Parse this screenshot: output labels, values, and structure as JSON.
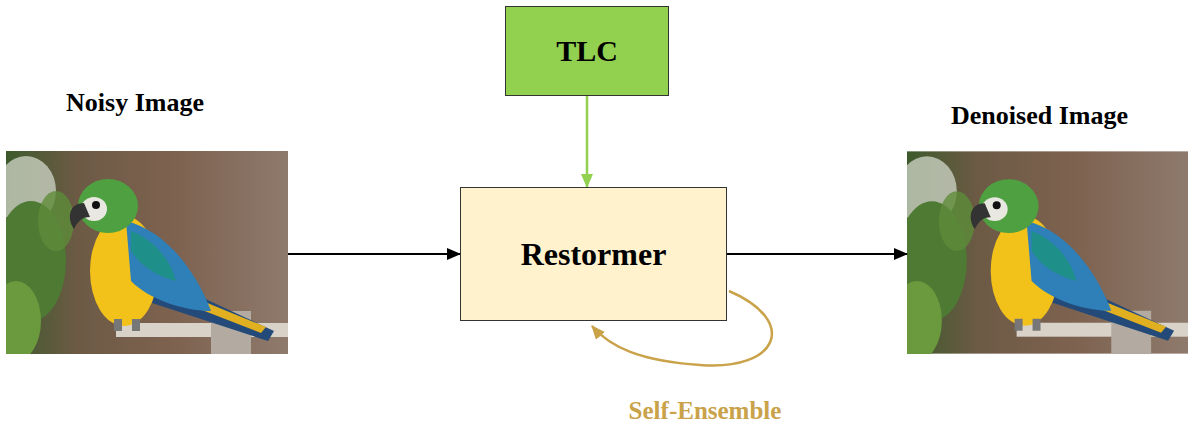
{
  "diagram": {
    "nodes": [
      {
        "text": [
          "Noisy Image"
        ]
      },
      {
        "text": [
          "TLC"
        ]
      },
      {
        "text": [
          "Restormer"
        ]
      },
      {
        "text": [
          "Denoised Image"
        ]
      }
    ],
    "edges": [
      {
        "from": 0,
        "to": 2,
        "arrow": "to"
      },
      {
        "from": 1,
        "to": 2,
        "arrow": "to"
      },
      {
        "from": 2,
        "to": 3,
        "arrow": "to"
      },
      {
        "from": 2,
        "to": 2,
        "arrow": "to",
        "label": "Self-Ensemble"
      }
    ]
  }
}
